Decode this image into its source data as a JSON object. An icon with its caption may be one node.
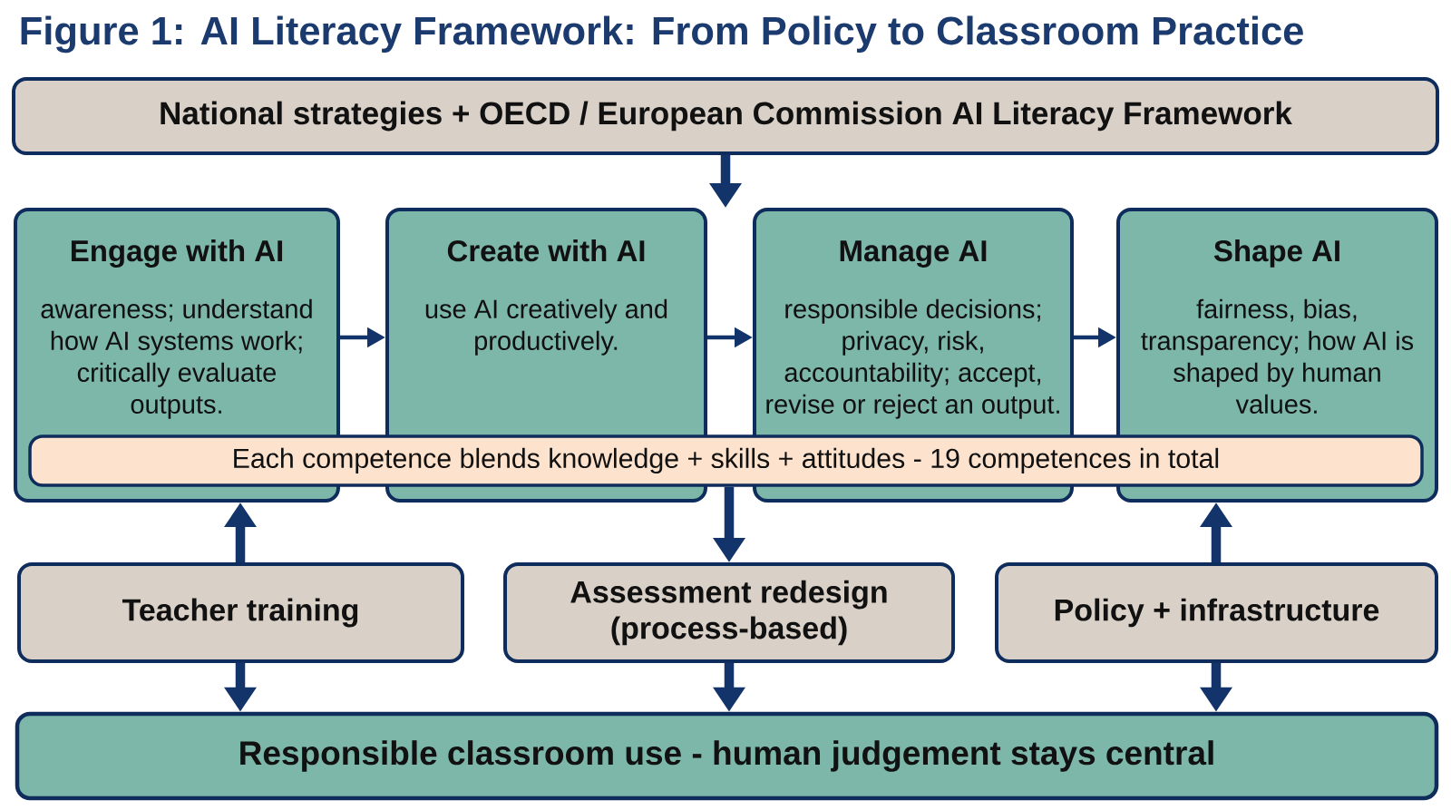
{
  "diagram": {
    "title": "Figure 1: AI Literacy Framework: From Policy to Classroom Practice",
    "nodes": [
      {
        "text": [
          "National strategies + OECD / European Commission AI Literacy Framework"
        ]
      },
      {
        "text": [
          "Engage with AI",
          "awareness; understand how AI systems work; critically evaluate outputs."
        ]
      },
      {
        "text": [
          "Create with AI",
          "use AI creatively and productively."
        ]
      },
      {
        "text": [
          "Manage AI",
          "responsible decisions; privacy, risk, accountability; accept, revise or reject an output."
        ]
      },
      {
        "text": [
          "Shape AI",
          "fairness, bias, transparency; how AI is shaped by human values."
        ]
      },
      {
        "text": [
          "Each competence blends knowledge + skills + attitudes - 19 competences in total"
        ]
      },
      {
        "text": [
          "Teacher training"
        ]
      },
      {
        "text": [
          "Assessment redesign (process-based)"
        ]
      },
      {
        "text": [
          "Policy + infrastructure"
        ]
      },
      {
        "text": [
          "Responsible classroom use - human judgement stays central"
        ]
      }
    ],
    "edges": [
      {
        "from": 0,
        "to": null,
        "arrow": "to"
      },
      {
        "from": 1,
        "to": 2,
        "arrow": "to"
      },
      {
        "from": 2,
        "to": 3,
        "arrow": "to"
      },
      {
        "from": 3,
        "to": 4,
        "arrow": "to"
      },
      {
        "from": 5,
        "to": 7,
        "arrow": "to"
      },
      {
        "from": 6,
        "to": 1,
        "arrow": "to"
      },
      {
        "from": 8,
        "to": 4,
        "arrow": "to"
      },
      {
        "from": 6,
        "to": 9,
        "arrow": "to"
      },
      {
        "from": 7,
        "to": 9,
        "arrow": "to"
      },
      {
        "from": 8,
        "to": 9,
        "arrow": "to"
      }
    ]
  }
}
